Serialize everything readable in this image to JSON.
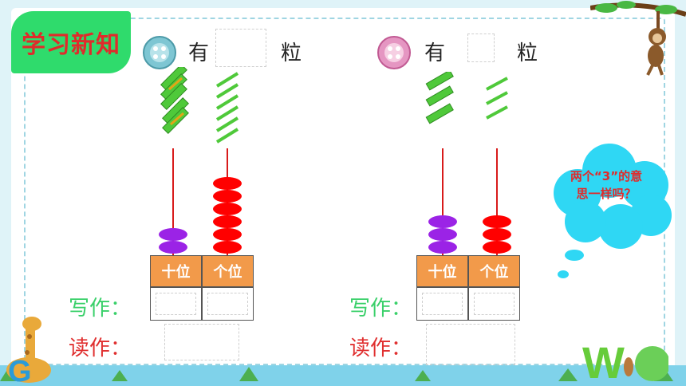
{
  "badge": "学习新知",
  "left": {
    "have": "有",
    "unit": "粒",
    "headers": [
      "十位",
      "个位"
    ],
    "write_label": "写作：",
    "read_label": "读作："
  },
  "right": {
    "have": "有",
    "unit": "粒",
    "headers": [
      "十位",
      "个位"
    ],
    "write_label": "写作：",
    "read_label": "读作："
  },
  "bubble": {
    "line1": "两个“3”的意",
    "line2": "思一样吗？"
  },
  "abacus": {
    "left": {
      "tens": 2,
      "ones": 6
    },
    "right": {
      "tens": 3,
      "ones": 3
    }
  },
  "sticks": {
    "left": {
      "bundles": 2,
      "singles": 6
    },
    "right": {
      "bundles": 3,
      "singles": 3
    }
  },
  "colors": {
    "badge_bg": "#2fdb6c",
    "tens_bead": "#9b23e6",
    "ones_bead": "#ff0000",
    "header_bg": "#f29a4a",
    "write_green": "#3ad06a",
    "read_red": "#e03030",
    "bubble": "#2fd7f4"
  },
  "icons": [
    "button-left-icon",
    "button-right-icon",
    "monkey-icon",
    "giraffe-icon",
    "w-letter-icon"
  ]
}
